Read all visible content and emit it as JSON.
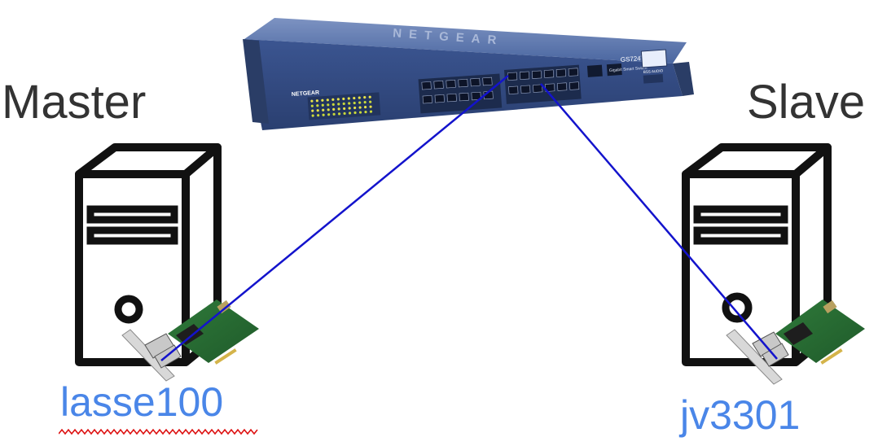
{
  "switch": {
    "brand": "NETGEAR",
    "model": "GS724T",
    "subtitle": "Gigabit Smart Switch",
    "badge": "BSS AUDIO"
  },
  "master": {
    "role": "Master",
    "hostname": "lasse100"
  },
  "slave": {
    "role": "Slave",
    "hostname": "jv3301"
  },
  "colors": {
    "cable": "#1313cc",
    "hostname": "#4a86e8",
    "label": "#333333",
    "spellcheck": "#dd1111",
    "switch_body": "#3f5a8f"
  }
}
